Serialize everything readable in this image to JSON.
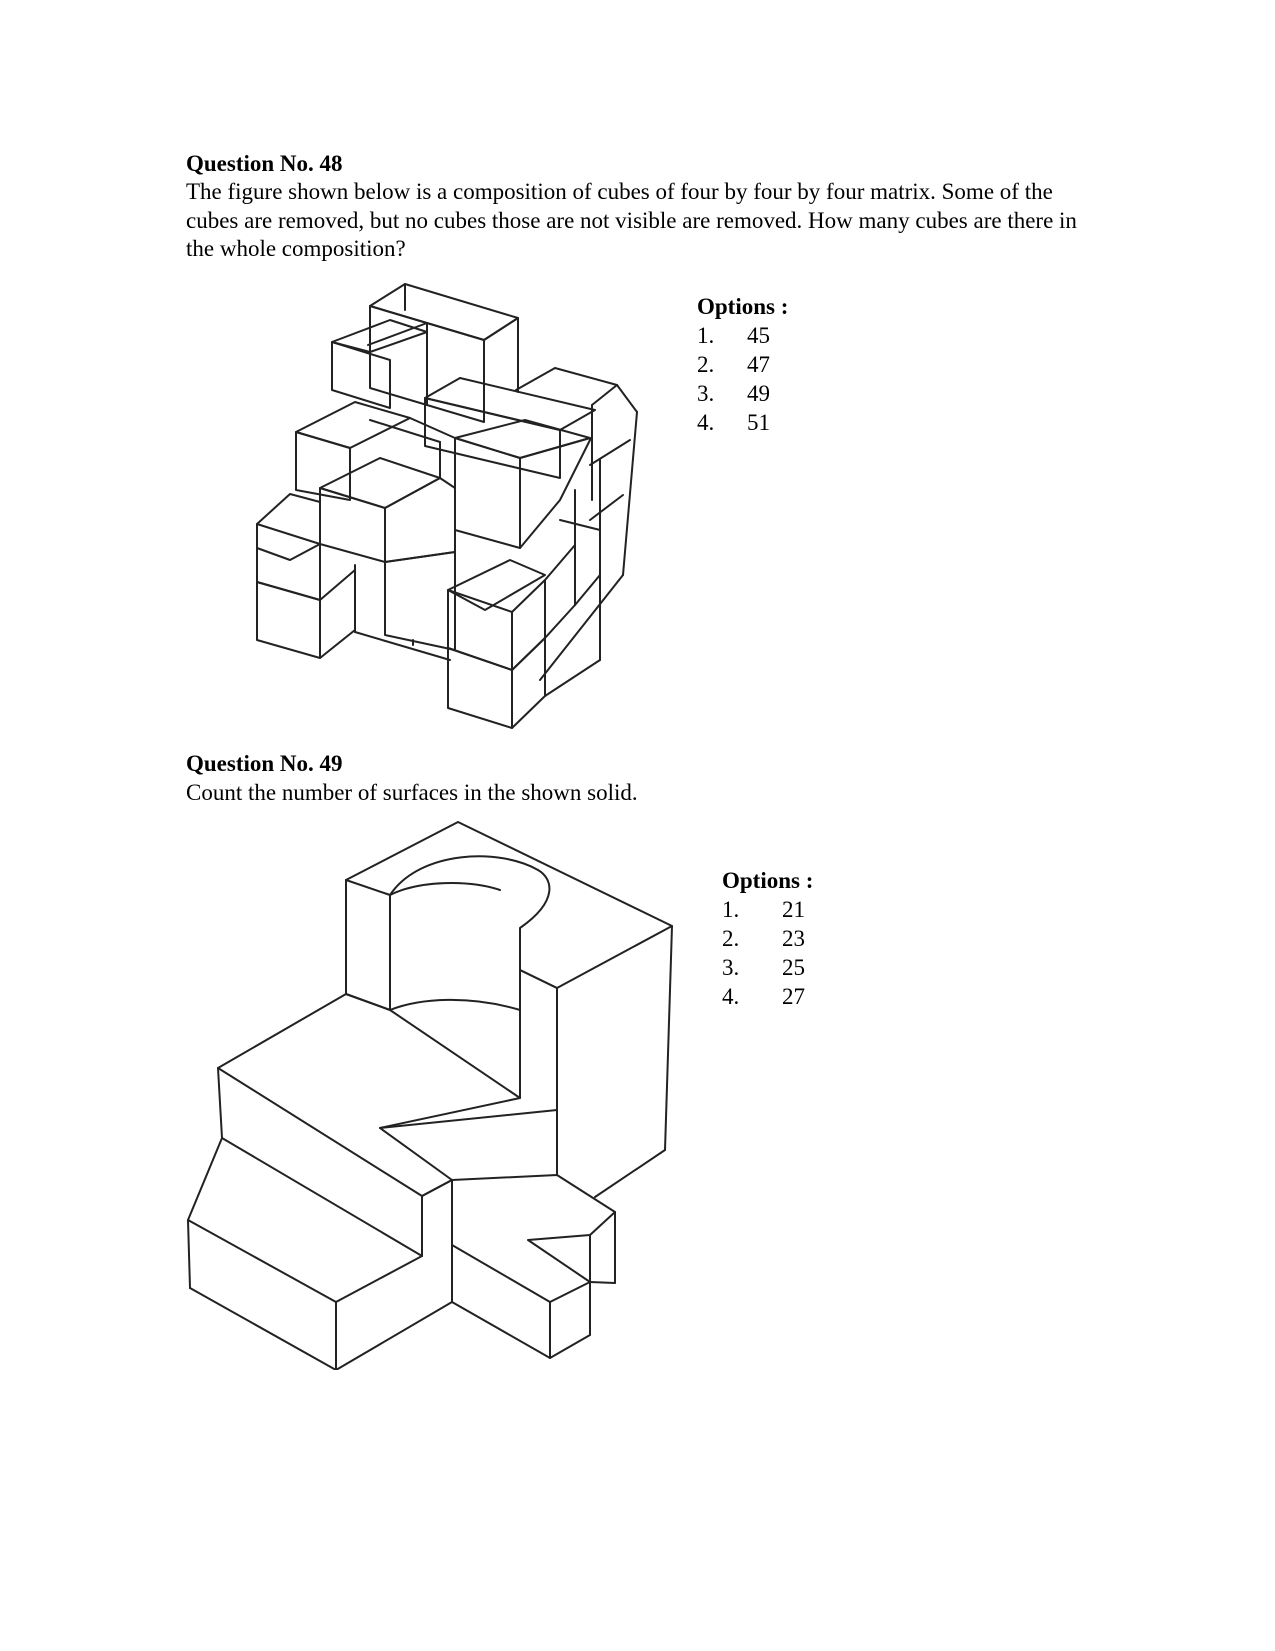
{
  "q48": {
    "title": "Question No. 48",
    "text": "The figure shown below is a composition of cubes of four by four by four matrix. Some of the cubes are removed, but no cubes those are not visible are removed. How many cubes are there in the whole composition?",
    "options_heading": "Options :",
    "options": [
      {
        "num": "1.",
        "value": "45"
      },
      {
        "num": "2.",
        "value": "47"
      },
      {
        "num": "3.",
        "value": "49"
      },
      {
        "num": "4.",
        "value": "51"
      }
    ]
  },
  "q49": {
    "title": "Question No. 49",
    "text": "Count the number of surfaces in the shown solid.",
    "options_heading": "Options :",
    "options": [
      {
        "num": "1.",
        "value": "21"
      },
      {
        "num": "2.",
        "value": "23"
      },
      {
        "num": "3.",
        "value": "25"
      },
      {
        "num": "4.",
        "value": "27"
      }
    ]
  }
}
